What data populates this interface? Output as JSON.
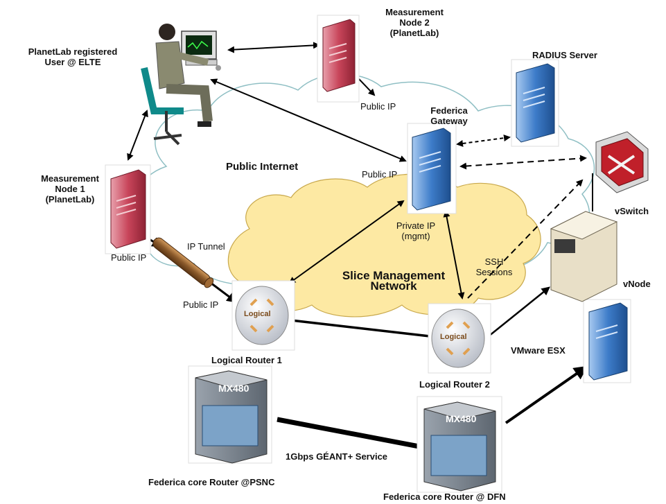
{
  "diagram": {
    "user_label_line1": "PlanetLab registered",
    "user_label_line2": "User @ ELTE",
    "mnode2_line1": "Measurement",
    "mnode2_line2": "Node 2",
    "mnode2_line3": "(PlanetLab)",
    "mnode1_line1": "Measurement",
    "mnode1_line2": "Node 1",
    "mnode1_line3": "(PlanetLab)",
    "radius_label": "RADIUS Server",
    "gateway_line1": "Federica",
    "gateway_line2": "Gateway",
    "public_internet": "Public Internet",
    "public_ip_mn2": "Public IP",
    "public_ip_gw": "Public IP",
    "public_ip_mn1": "Public IP",
    "public_ip_lr1": "Public IP",
    "private_ip_line1": "Private IP",
    "private_ip_line2": "(mgmt)",
    "ip_tunnel": "IP Tunnel",
    "slice_mgmt_line1": "Slice Management",
    "slice_mgmt_line2": "Network",
    "ssh_line1": "SSH",
    "ssh_line2": "Sessions",
    "vswitch": "vSwitch",
    "vnode": "vNode",
    "vmware": "VMware ESX",
    "lr1": "Logical Router 1",
    "lr2": "Logical Router 2",
    "logical_text": "Logical",
    "mx480": "MX480",
    "geant": "1Gbps GÉANT+ Service",
    "core_psnc": "Federica core  Router @PSNC",
    "core_dfn": "Federica core   Router @ DFN"
  },
  "colors": {
    "server_red": "#c8455a",
    "server_blue": "#3d7cc9",
    "cloud_fill": "#fde9a3",
    "cloud_outline": "#8fbfc4",
    "tunnel_brown": "#8b5a2b"
  }
}
